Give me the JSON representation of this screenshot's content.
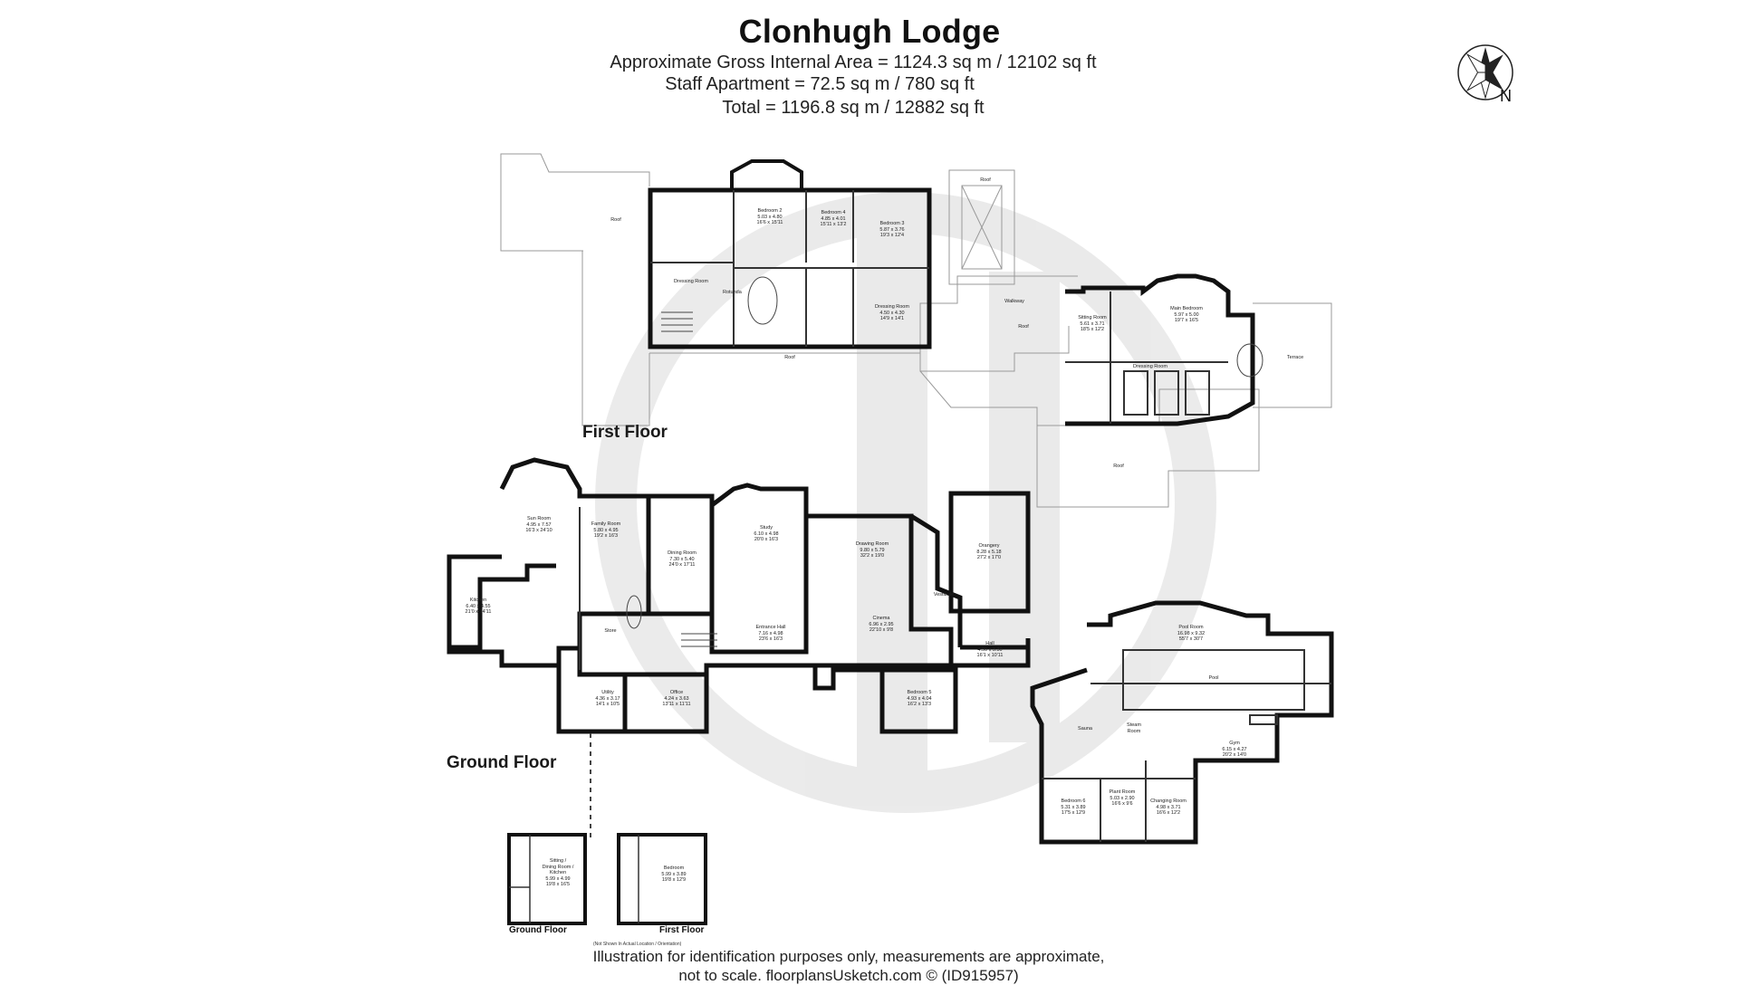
{
  "title": "Clonhugh Lodge",
  "areas": {
    "gross": "Approximate Gross Internal Area = 1124.3 sq m / 12102 sq ft",
    "staff": "Staff Apartment = 72.5 sq m / 780 sq ft",
    "total": "Total = 1196.8 sq m / 12882 sq ft"
  },
  "compass": {
    "label": "N"
  },
  "floors": {
    "first": "First Floor",
    "ground": "Ground Floor",
    "staff_ground": "Ground Floor",
    "staff_first": "First Floor",
    "staff_note": "(Not Shown In Actual Location / Orientation)"
  },
  "rooms": {
    "bedroom2": "Bedroom 2\n5.03 x 4.80\n16'6 x 15'11",
    "bedroom4": "Bedroom 4\n4.85 x 4.01\n15'11 x 13'2",
    "bedroom3": "Bedroom 3\n5.87 x 3.76\n19'3 x 12'4",
    "dressing1": "Dressing Room",
    "rotunda": "Rotunda",
    "dressing2": "Dressing Room\n4.50 x 4.30\n14'9 x 14'1",
    "sitting": "Sitting Room\n5.61 x 3.71\n18'5 x 12'2",
    "main_bed": "Main Bedroom\n5.97 x 5.00\n19'7 x 16'5",
    "dressing3": "Dressing Room",
    "terrace": "Terrace",
    "walkway": "Walkway",
    "roof": "Roof",
    "sun_room": "Sun Room\n4.95 x 7.57\n16'3 x 24'10",
    "family": "Family Room\n5.80 x 4.95\n19'2 x 16'3",
    "dining": "Dining Room\n7.30 x 5.40\n24'0 x 17'11",
    "study": "Study\n6.10 x 4.98\n20'0 x 16'3",
    "drawing": "Drawing Room\n9.80 x 5.79\n32'2 x 19'0",
    "orangery": "Orangery\n8.28 x 5.18\n27'2 x 17'0",
    "kitchen": "Kitchen\n6.40 x 4.55\n21'0 x 14'11",
    "entrance": "Entrance Hall\n7.16 x 4.98\n23'6 x 16'3",
    "cinema": "Cinema\n6.96 x 2.95\n22'10 x 9'8",
    "hall": "Hall\n4.90 x 3.30\n16'1 x 10'11",
    "vest": "Vestibule",
    "store": "Store",
    "utility": "Utility\n4.36 x 3.17\n14'1 x 10'5",
    "office": "Office\n4.24 x 3.63\n13'11 x 11'11",
    "bedroom5": "Bedroom 5\n4.93 x 4.04\n16'2 x 13'3",
    "pool_room": "Pool Room\n16.98 x 9.32\n55'7 x 30'7",
    "pool": "Pool",
    "gym": "Gym\n6.15 x 4.27\n20'2 x 14'0",
    "bedroom6": "Bedroom 6\n5.31 x 3.89\n17'5 x 12'9",
    "plant": "Plant Room\n5.03 x 2.90\n16'6 x 9'6",
    "changing": "Changing Room\n4.98 x 3.71\n16'6 x 12'2",
    "sauna": "Sauna",
    "steam": "Steam Room",
    "sitting_kitchen": "Sitting /\nDining Room /\nKitchen\n5.99 x 4.99\n19'8 x 16'5",
    "staff_bedroom": "Bedroom\n5.99 x 3.89\n19'8 x 12'9"
  },
  "disclaimer": {
    "line1": "Illustration for identification purposes only, measurements are approximate,",
    "line2": "not to scale. floorplansUsketch.com © (ID915957)"
  }
}
